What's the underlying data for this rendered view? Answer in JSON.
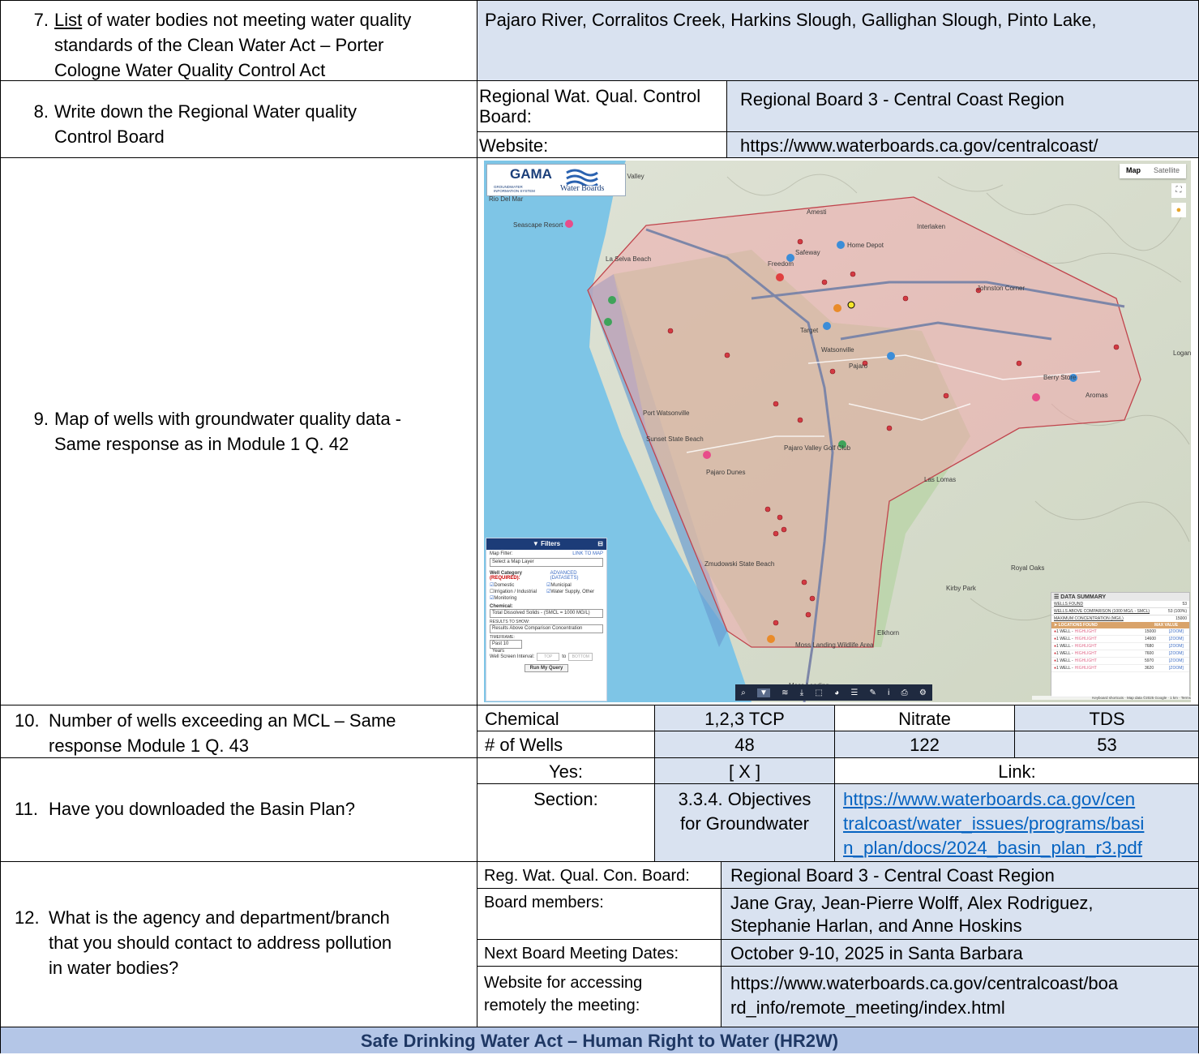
{
  "q7": {
    "number": "7.",
    "question_underlined": "List",
    "question_rest_l1": " of water bodies not meeting water quality",
    "question_l2": "standards of the Clean Water Act – Porter",
    "question_l3": "Cologne Water Quality Control Act",
    "answer": "Pajaro River, Corralitos Creek, Harkins Slough, Gallighan Slough, Pinto Lake,"
  },
  "q8": {
    "number": "8.",
    "question_l1": "Write down the Regional Water quality",
    "question_l2": "Control Board",
    "label_board_l1": "Regional Wat. Qual. Control",
    "label_board_l2": "Board:",
    "value_board": "Regional Board 3 - Central Coast Region",
    "label_website": "Website:",
    "value_website": "https://www.waterboards.ca.gov/centralcoast/"
  },
  "q9": {
    "number": "9.",
    "question_l1": "Map of wells with groundwater quality data -",
    "question_l2": "Same response as in Module 1 Q. 42"
  },
  "map": {
    "logo_title": "GAMA",
    "logo_sub": "GROUNDWATER INFORMATION SYSTEM",
    "logo_brand": "Water Boards",
    "btn_map": "Map",
    "btn_satellite": "Satellite",
    "places": [
      {
        "name": "Rio Del Mar"
      },
      {
        "name": "Aptos Hills-Larkin Valley"
      },
      {
        "name": "Amesti"
      },
      {
        "name": "Interlaken"
      },
      {
        "name": "La Selva Beach"
      },
      {
        "name": "Freedom"
      },
      {
        "name": "Johnston Corner"
      },
      {
        "name": "Watsonville"
      },
      {
        "name": "Pajaro"
      },
      {
        "name": "Port Watsonville"
      },
      {
        "name": "Sunset State Beach"
      },
      {
        "name": "Pajaro Dunes"
      },
      {
        "name": "Las Lomas"
      },
      {
        "name": "Aromas"
      },
      {
        "name": "Logan"
      },
      {
        "name": "Zmudowski State Beach"
      },
      {
        "name": "Elkhorn"
      },
      {
        "name": "Moss Landing"
      },
      {
        "name": "Kirby Park"
      },
      {
        "name": "Royal Oaks"
      },
      {
        "name": "Seascape Resort"
      },
      {
        "name": "Home Depot"
      },
      {
        "name": "Safeway"
      },
      {
        "name": "Target"
      },
      {
        "name": "Berry Store"
      },
      {
        "name": "Pajaro Valley Golf Club"
      },
      {
        "name": "Moss Landing Wildlife Area"
      }
    ],
    "filters": {
      "title": "Filters",
      "map_filter_label": "Map Filter:",
      "link_to_map": "LINK TO MAP",
      "map_layer_select": "Select a Map Layer",
      "well_category_label": "Well Category",
      "required": "(REQUIRED):",
      "advanced": "ADVANCED (DATASETS)",
      "cat_domestic": "Domestic",
      "cat_municipal": "Municipal",
      "cat_irrigation": "Irrigation / Industrial",
      "cat_water_supply": "Water Supply, Other",
      "cat_monitoring": "Monitoring",
      "chemical_label": "Chemical:",
      "chemical_value": "Total Dissolved Solids - (SMCL = 1000 MG/L)",
      "results_label": "RESULTS TO SHOW:",
      "results_value": "Results Above Comparison Concentration",
      "timeframe_label": "TIMEFRAME:",
      "timeframe_value": "Past 10 Years",
      "screen_label": "Well Screen Interval:",
      "top_ph": "TOP",
      "to": "to",
      "bottom_ph": "BOTTOM",
      "run": "Run My Query"
    },
    "summary": {
      "title": "DATA SUMMARY",
      "wells_found_label": "WELLS FOUND",
      "wells_found": "53",
      "above_label": "WELLS ABOVE COMPARISON (1000 MG/L - SMCL)",
      "above_value": "53 (100%)",
      "max_label": "MAXIMUM CONCENTRATION (MG/L)",
      "max_value": "15000",
      "locations_label": "LOCATIONS FOUND",
      "max_value_col": "MAX VALUE",
      "well_text": "1 WELL -",
      "highlight": "HIGHLIGHT",
      "zoom": "[ZOOM]",
      "rows": [
        "15000",
        "14600",
        "7680",
        "7600",
        "5970",
        "3620"
      ]
    },
    "attribution": "Keyboard shortcuts · Map data ©2025 Google · 1 km · Terms"
  },
  "q10": {
    "number": "10.",
    "question_l1": "Number of wells exceeding an MCL – Same",
    "question_l2": "response Module 1 Q. 43",
    "header": [
      "Chemical",
      "1,2,3 TCP",
      "Nitrate",
      "TDS"
    ],
    "row": [
      "# of Wells",
      "48",
      "122",
      "53"
    ]
  },
  "q11": {
    "number": "11.",
    "question": "Have you downloaded the Basin Plan?",
    "yes_label": "Yes:",
    "yes_value": "[ X ]",
    "link_label": "Link:",
    "section_label": "Section:",
    "section_l1": "3.3.4. Objectives",
    "section_l2": "for Groundwater",
    "link_l1": "https://www.waterboards.ca.gov/cen",
    "link_l2": "tralcoast/water_issues/programs/basi",
    "link_l3": "n_plan/docs/2024_basin_plan_r3.pdf"
  },
  "q12": {
    "number": "12.",
    "question_l1": "What is the agency and department/branch",
    "question_l2": "that you should contact to address pollution",
    "question_l3": "in water bodies?",
    "label_board": "Reg. Wat. Qual. Con. Board:",
    "value_board": "Regional Board 3 - Central Coast Region",
    "label_members": "Board members:",
    "value_members_l1": "Jane Gray, Jean-Pierre Wolff, Alex Rodriguez,",
    "value_members_l2": "Stephanie Harlan, and Anne Hoskins",
    "label_dates": "Next Board Meeting Dates:",
    "value_dates": "October 9-10, 2025 in Santa Barbara",
    "label_web_l1": "Website for accessing",
    "label_web_l2": "remotely the meeting:",
    "value_web_l1": "https://www.waterboards.ca.gov/centralcoast/boa",
    "value_web_l2": "rd_info/remote_meeting/index.html"
  },
  "footer": {
    "title": "Safe Drinking Water Act – Human Right to Water (HR2W)"
  }
}
